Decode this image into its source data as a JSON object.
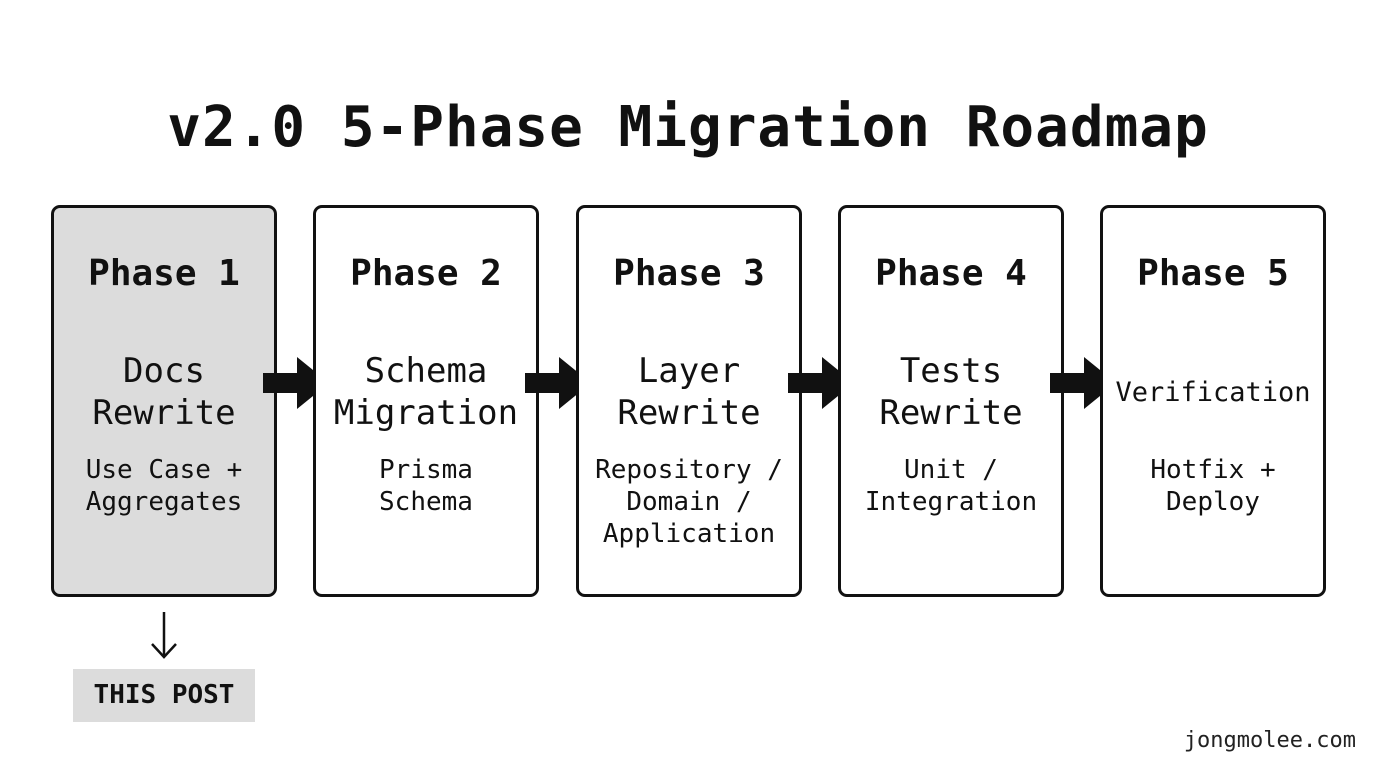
{
  "title": "v2.0 5-Phase Migration Roadmap",
  "phases": [
    {
      "label": "Phase 1",
      "name": "Docs\nRewrite",
      "detail": "Use Case +\nAggregates",
      "current": true
    },
    {
      "label": "Phase 2",
      "name": "Schema\nMigration",
      "detail": "Prisma\nSchema",
      "current": false
    },
    {
      "label": "Phase 3",
      "name": "Layer\nRewrite",
      "detail": "Repository /\nDomain /\nApplication",
      "current": false
    },
    {
      "label": "Phase 4",
      "name": "Tests\nRewrite",
      "detail": "Unit /\nIntegration",
      "current": false
    },
    {
      "label": "Phase 5",
      "name": "Verification",
      "detail": "Hotfix +\nDeploy",
      "current": false
    }
  ],
  "current_marker": {
    "arrow_glyph": "↓",
    "label": "THIS POST"
  },
  "watermark": "jongmolee.com",
  "colors": {
    "current_fill": "#dcdcdc",
    "border": "#111111",
    "text": "#111111"
  }
}
